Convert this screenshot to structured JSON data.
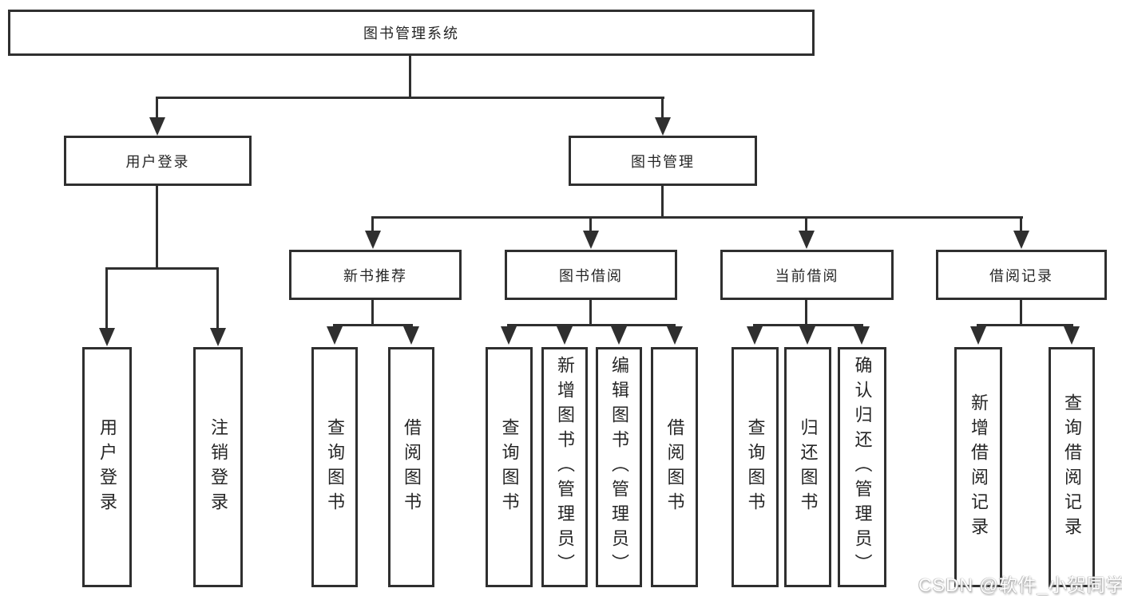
{
  "colors": {
    "line": "#2f2f2f",
    "box_border": "#2f2f2f",
    "text": "#262626",
    "background": "#ffffff",
    "watermark_text_color": "#ffffff"
  },
  "diagram": {
    "root": {
      "label": "图书管理系统"
    },
    "level2": [
      {
        "label": "用户登录",
        "children": [
          {
            "label": "用户登录"
          },
          {
            "label": "注销登录"
          }
        ]
      },
      {
        "label": "图书管理",
        "children": [
          {
            "label": "新书推荐",
            "children": [
              {
                "label": "查询图书"
              },
              {
                "label": "借阅图书"
              }
            ]
          },
          {
            "label": "图书借阅",
            "children": [
              {
                "label": "查询图书"
              },
              {
                "label": "新增图书（管理员）"
              },
              {
                "label": "编辑图书（管理员）"
              },
              {
                "label": "借阅图书"
              }
            ]
          },
          {
            "label": "当前借阅",
            "children": [
              {
                "label": "查询图书"
              },
              {
                "label": "归还图书"
              },
              {
                "label": "确认归还（管理员）"
              }
            ]
          },
          {
            "label": "借阅记录",
            "children": [
              {
                "label": "新增借阅记录"
              },
              {
                "label": "查询借阅记录"
              }
            ]
          }
        ]
      }
    ]
  },
  "watermark": {
    "text": "CSDN @软件_小贺同学"
  }
}
